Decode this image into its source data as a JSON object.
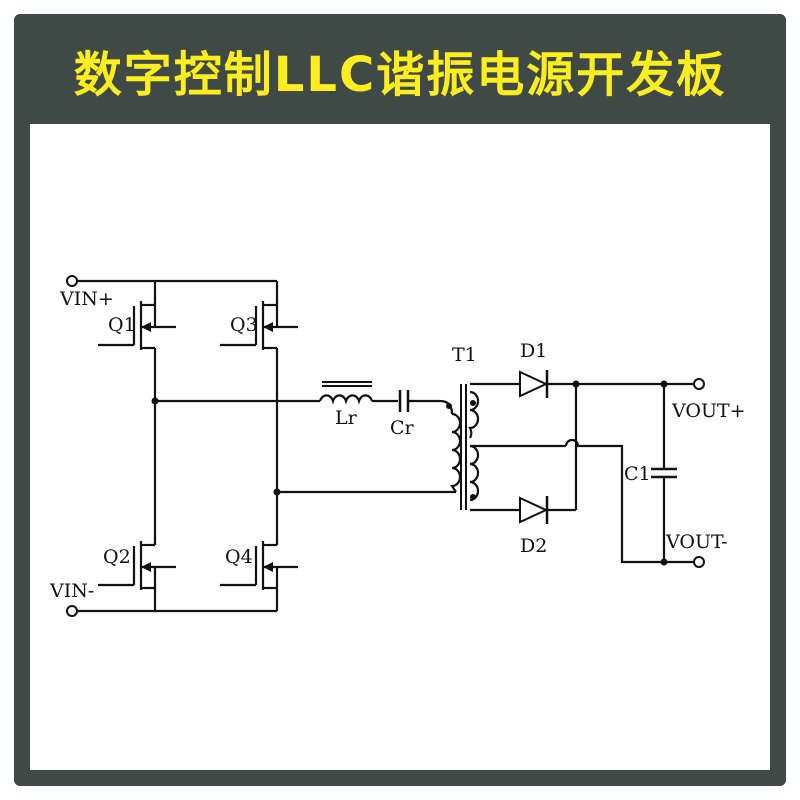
{
  "title": "数字控制LLC谐振电源开发板",
  "labels": {
    "vin_plus": "VIN+",
    "vin_minus": "VIN-",
    "q1": "Q1",
    "q2": "Q2",
    "q3": "Q3",
    "q4": "Q4",
    "lr": "Lr",
    "cr": "Cr",
    "t1": "T1",
    "d1": "D1",
    "d2": "D2",
    "c1": "C1",
    "vout_plus": "VOUT+",
    "vout_minus": "VOUT-"
  },
  "colors": {
    "frame": "#3f4a47",
    "title": "#ffee1f",
    "wire": "#111111"
  }
}
